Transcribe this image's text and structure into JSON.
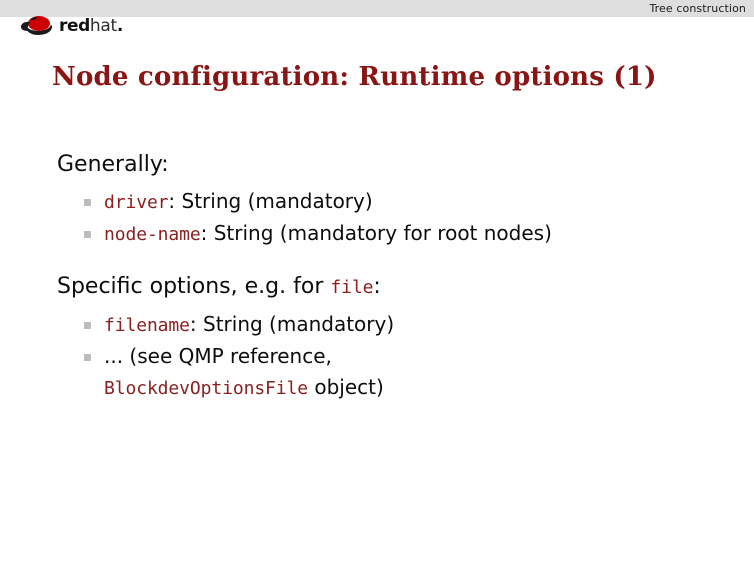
{
  "header": {
    "section_title": "Tree construction",
    "bar_color": "#dedede"
  },
  "logo": {
    "brand_red": "red",
    "brand_hat": "hat",
    "brand_dot": ".",
    "mark_name": "redhat-shadowman-icon",
    "mark_color": "#cc0000"
  },
  "slide": {
    "title": "Node configuration: Runtime options (1)",
    "title_color": "#8a1515",
    "code_color": "#8a2020",
    "bullet_color": "#bcbcbc"
  },
  "blocks": [
    {
      "heading": "Generally:",
      "items": [
        {
          "code": "driver",
          "rest": ": String (mandatory)"
        },
        {
          "code": "node-name",
          "rest": ": String (mandatory for root nodes)"
        }
      ]
    },
    {
      "heading_prefix": "Specific options, e.g. for ",
      "heading_code": "file",
      "heading_suffix": ":",
      "items": [
        {
          "code": "filename",
          "rest": ": String (mandatory)"
        },
        {
          "text": "... (see QMP reference,",
          "cont_code": "BlockdevOptionsFile",
          "cont_rest": " object)"
        }
      ]
    }
  ]
}
